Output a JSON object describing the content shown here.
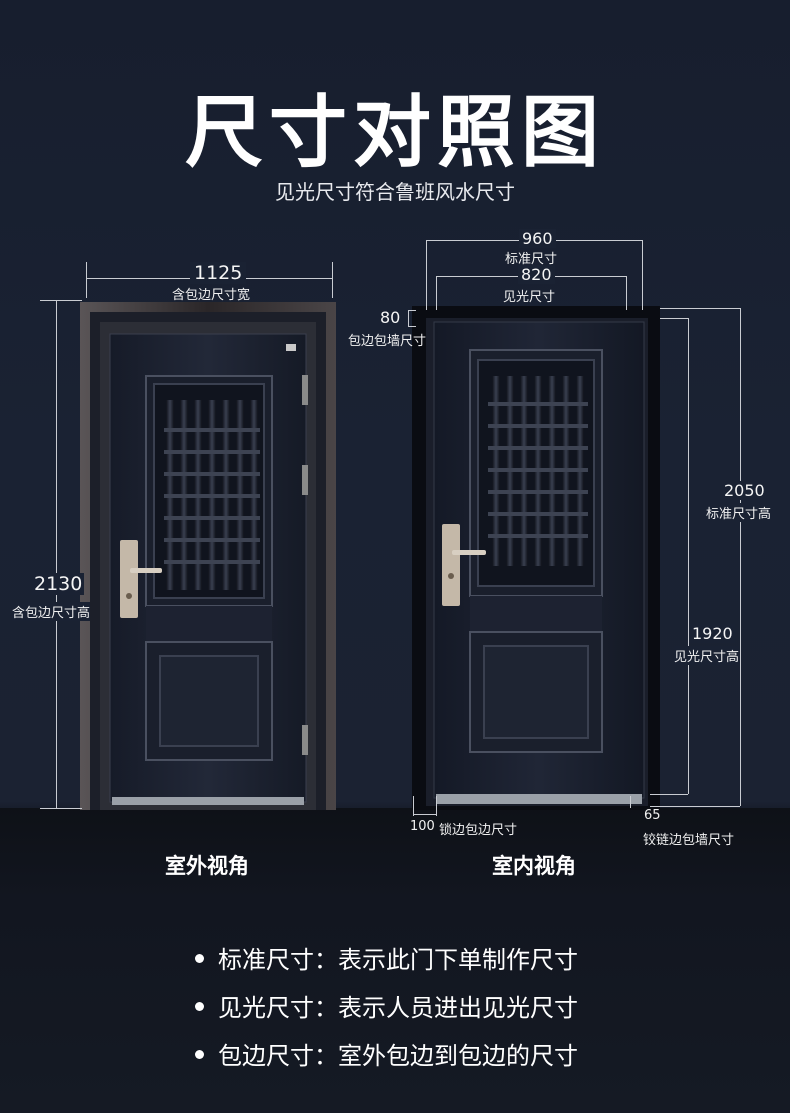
{
  "header": {
    "title": "尺寸对照图",
    "subtitle": "见光尺寸符合鲁班风水尺寸"
  },
  "outdoor": {
    "width_value": "1125",
    "width_label": "含包边尺寸宽",
    "height_value": "2130",
    "height_label": "含包边尺寸高",
    "view_label": "室外视角"
  },
  "indoor": {
    "std_width_value": "960",
    "std_width_label": "标准尺寸",
    "light_width_value": "820",
    "light_width_label": "见光尺寸",
    "wall_edge_value": "80",
    "wall_edge_label": "包边包墙尺寸",
    "std_height_value": "2050",
    "std_height_label": "标准尺寸高",
    "light_height_value": "1920",
    "light_height_label": "见光尺寸高",
    "lock_edge_value": "100",
    "lock_edge_label": "锁边包边尺寸",
    "hinge_edge_value": "65",
    "hinge_edge_label": "铰链边包墙尺寸",
    "view_label": "室内视角"
  },
  "notes": [
    "标准尺寸：表示此门下单制作尺寸",
    "见光尺寸：表示人员进出见光尺寸",
    "包边尺寸：室外包边到包边的尺寸"
  ]
}
